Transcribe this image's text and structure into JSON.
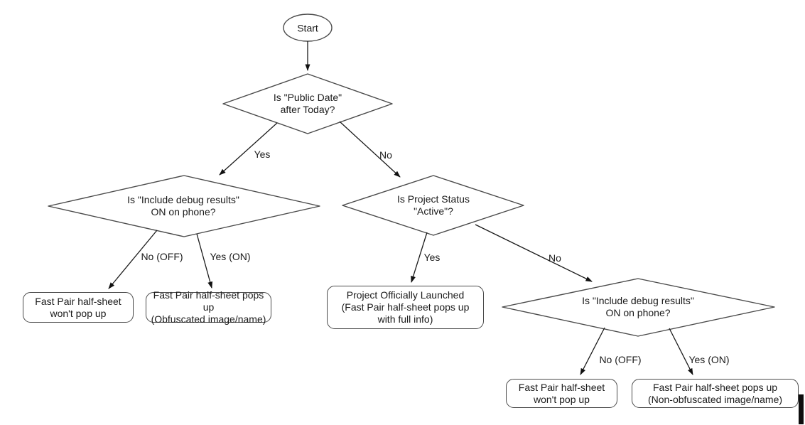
{
  "diagram": {
    "title": "Fast Pair half-sheet decision flowchart",
    "colors": {
      "background": "#ffffff",
      "shape_stroke": "#4a4a4a",
      "text": "#1a1a1a",
      "arrow": "#1a1a1a"
    },
    "nodes": {
      "start": {
        "label": "Start",
        "type": "terminator"
      },
      "decision_public_date": {
        "label": "Is \"Public Date\"\nafter Today?",
        "type": "decision"
      },
      "decision_debug_left": {
        "label": "Is \"Include debug results\"\nON on phone?",
        "type": "decision"
      },
      "decision_project_status": {
        "label": "Is Project Status\n\"Active\"?",
        "type": "decision"
      },
      "decision_debug_right": {
        "label": "Is \"Include debug results\"\nON on phone?",
        "type": "decision"
      },
      "result_no_popup_left": {
        "label": "Fast Pair half-sheet\nwon't pop up",
        "type": "result"
      },
      "result_popup_obfuscated": {
        "label": "Fast Pair half-sheet pops up\n(Obfuscated image/name)",
        "type": "result"
      },
      "result_launched": {
        "label": "Project Officially Launched\n(Fast Pair half-sheet pops up\nwith full info)",
        "type": "result"
      },
      "result_no_popup_right": {
        "label": "Fast Pair half-sheet\nwon't pop up",
        "type": "result"
      },
      "result_popup_nonobfuscated": {
        "label": "Fast Pair half-sheet pops up\n(Non-obfuscated image/name)",
        "type": "result"
      }
    },
    "edge_labels": {
      "public_date_yes": "Yes",
      "public_date_no": "No",
      "debug_left_no": "No (OFF)",
      "debug_left_yes": "Yes (ON)",
      "project_status_yes": "Yes",
      "project_status_no": "No",
      "debug_right_no": "No (OFF)",
      "debug_right_yes": "Yes (ON)"
    }
  }
}
